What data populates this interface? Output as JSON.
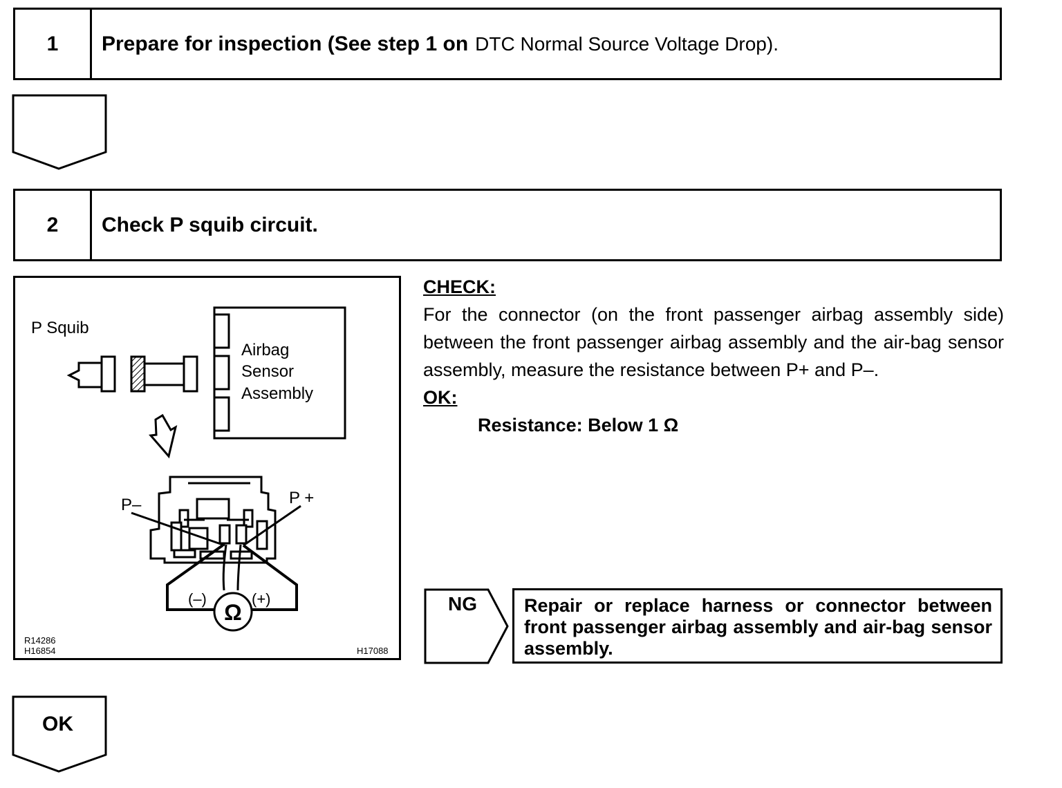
{
  "step1": {
    "number": "1",
    "title": "Prepare for inspection (See step 1 on",
    "reference": "DTC Normal Source Voltage Drop)."
  },
  "step2": {
    "number": "2",
    "title": "Check P squib circuit."
  },
  "figure": {
    "label_p_squib": "P Squib",
    "sensor_assembly_lines": [
      "Airbag",
      "Sensor",
      "Assembly"
    ],
    "label_p_minus": "P–",
    "label_p_plus": "P +",
    "label_neg": "(–)",
    "label_pos": "(+)",
    "ohmmeter_symbol": "Ω",
    "code_left_1": "R14286",
    "code_left_2": "H16854",
    "code_right": "H17088"
  },
  "check": {
    "heading": "CHECK:",
    "instruction": "For the connector (on the front passenger airbag assembly side) between the front passenger airbag assembly and the air-bag sensor assembly, measure the resistance between P+ and P–.",
    "ok_heading": "OK:",
    "resistance": "Resistance: Below 1 Ω"
  },
  "ng": {
    "label": "NG",
    "action": "Repair or replace harness or connector between front passenger airbag assembly and air-bag sensor assembly."
  },
  "ok_result": {
    "label": "OK"
  }
}
